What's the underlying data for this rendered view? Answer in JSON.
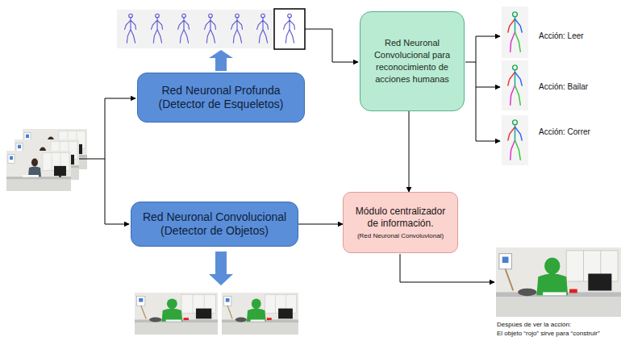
{
  "diagram": {
    "nodes": [
      {
        "text": [
          "Red Neuronal Profunda (Detector de Esqueletos)"
        ]
      },
      {
        "text": [
          "Red Neuronal Convolucional para reconocimiento de acciones humanas"
        ]
      },
      {
        "text": [
          "Red Neuronal Convolucional (Detector de Objetos)"
        ]
      },
      {
        "text": [
          "Módulo centralizador de información.",
          "(Red Neuronal Convoluvional)"
        ]
      }
    ],
    "edges": [
      {
        "from": 1,
        "to": 3,
        "arrow": "to"
      },
      {
        "from": 2,
        "to": 3,
        "arrow": "to"
      }
    ],
    "labels": [
      "Acción: Leer",
      "Acción: Bailar",
      "Acción: Correr",
      "Despúes de ver la acción:",
      "El objeto “rojo” sirve para “construir”"
    ]
  }
}
